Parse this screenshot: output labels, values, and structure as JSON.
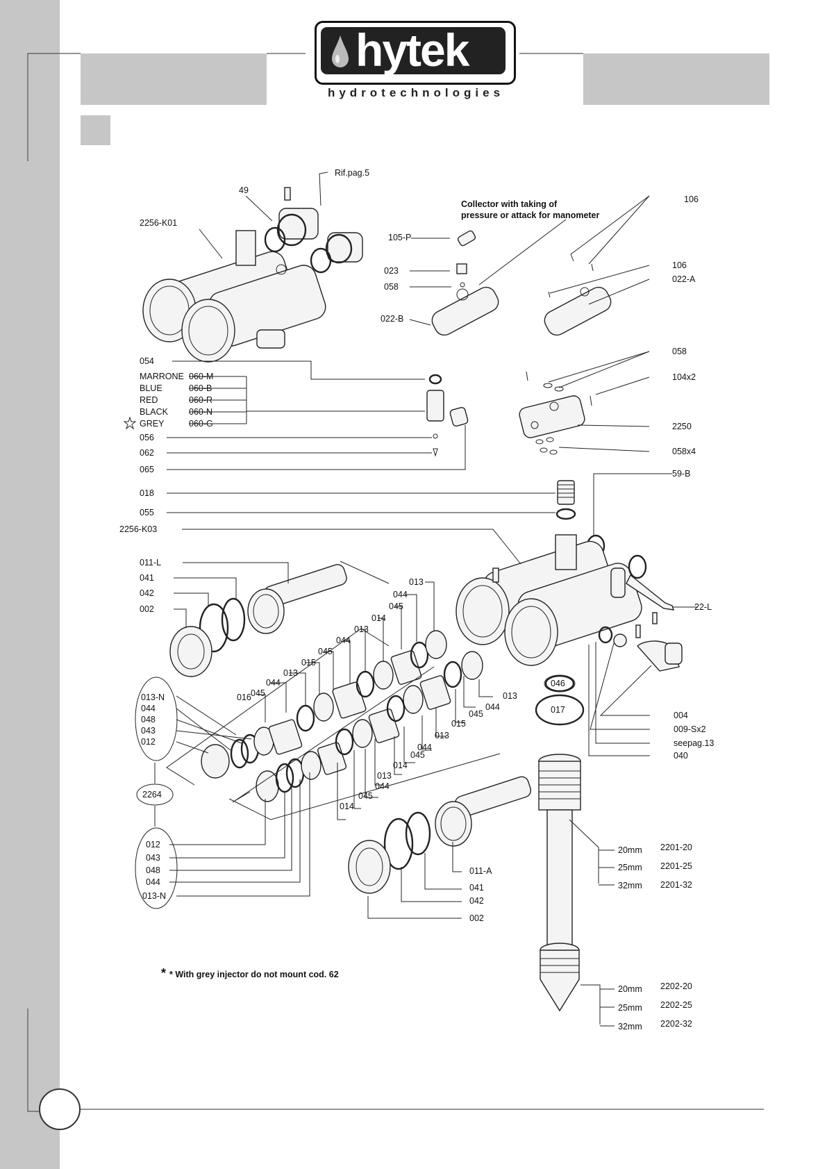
{
  "brand": {
    "name": "hytek",
    "tagline": "hydrotechnologies"
  },
  "colors": {
    "strip": "#c6c6c6",
    "ink": "#222222"
  },
  "labels": {
    "2256_K01": "2256-K01",
    "p49": "49",
    "rif": "Rif.pag.5",
    "collector1": "Collector with taking of",
    "collector2": "pressure or attack for manometer",
    "p106a": "106",
    "p105P": "105-P",
    "p023": "023",
    "p058a": "058",
    "p022B": "022-B",
    "p106b": "106",
    "p022A": "022-A",
    "p054": "054",
    "marrone": "MARRONE",
    "c060M": "060-M",
    "blue": "BLUE",
    "c060B": "060-B",
    "red": "RED",
    "c060R": "060-R",
    "black": "BLACK",
    "c060N": "060-N",
    "grey": "GREY",
    "c060G": "060-G",
    "p056": "056",
    "p062": "062",
    "p065": "065",
    "p018": "018",
    "p055": "055",
    "p2256K03": "2256-K03",
    "p058b": "058",
    "p104x2": "104x2",
    "p2250": "2250",
    "p058x4": "058x4",
    "p59B": "59-B",
    "p011L": "011-L",
    "p041a": "041",
    "p042a": "042",
    "p002a": "002",
    "p22L": "22-L",
    "p013a": "013",
    "p044a": "044",
    "p045a": "045",
    "p014a": "014",
    "p013b": "013",
    "p044b": "044",
    "p045b": "045",
    "p015a": "015",
    "p013c": "013",
    "p044c": "044",
    "p045c": "045",
    "p016": "016",
    "p013N_a": "013-N",
    "p044d": "044",
    "p048a": "048",
    "p043a": "043",
    "p012a": "012",
    "p2264": "2264",
    "p013d": "013",
    "p044e": "044",
    "p045d": "045",
    "p015b": "015",
    "p013e": "013",
    "p044f": "044",
    "p045e": "045",
    "p014b": "014",
    "p013f": "013",
    "p044g": "044",
    "p045f": "045",
    "p014c": "014",
    "p046": "046",
    "p017": "017",
    "p004": "004",
    "p009Sx2": "009-Sx2",
    "seepag": "seepag.13",
    "p040": "040",
    "p012b": "012",
    "p043b": "043",
    "p048b": "048",
    "p044h": "044",
    "p013N_b": "013-N",
    "p011A": "011-A",
    "p041b": "041",
    "p042b": "042",
    "p002b": "002",
    "mm20a": "20mm",
    "mm25a": "25mm",
    "mm32a": "32mm",
    "c2201_20": "2201-20",
    "c2201_25": "2201-25",
    "c2201_32": "2201-32",
    "mm20b": "20mm",
    "mm25b": "25mm",
    "mm32b": "32mm",
    "c2202_20": "2202-20",
    "c2202_25": "2202-25",
    "c2202_32": "2202-32",
    "note": "* With grey injector do not mount cod. 62"
  }
}
